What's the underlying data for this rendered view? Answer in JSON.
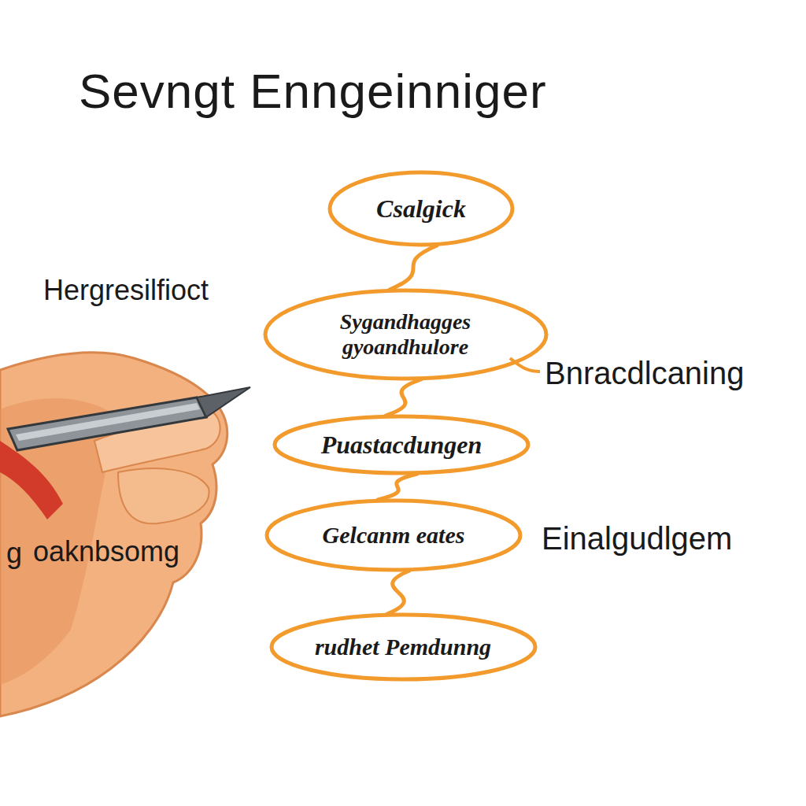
{
  "diagram": {
    "title": "Sevngt Enngeinniger",
    "nodes": [
      {
        "text": [
          "Csalgick"
        ]
      },
      {
        "text": [
          "Sygandhagges gyoandhulore"
        ]
      },
      {
        "text": [
          "Puastacdungen"
        ]
      },
      {
        "text": [
          "Gelcanm eates"
        ]
      },
      {
        "text": [
          "rudhet Pemdunng"
        ]
      }
    ],
    "edges": [
      {
        "from": 0,
        "to": 1,
        "arrow": "none"
      },
      {
        "from": 1,
        "to": 2,
        "arrow": "none"
      },
      {
        "from": 2,
        "to": 3,
        "arrow": "none"
      },
      {
        "from": 3,
        "to": 4,
        "arrow": "none"
      }
    ],
    "labels": [
      "Hergresilfioct",
      "Bnracdlcaning",
      "g",
      "oaknbsomg",
      "Einalgudlgem"
    ]
  }
}
